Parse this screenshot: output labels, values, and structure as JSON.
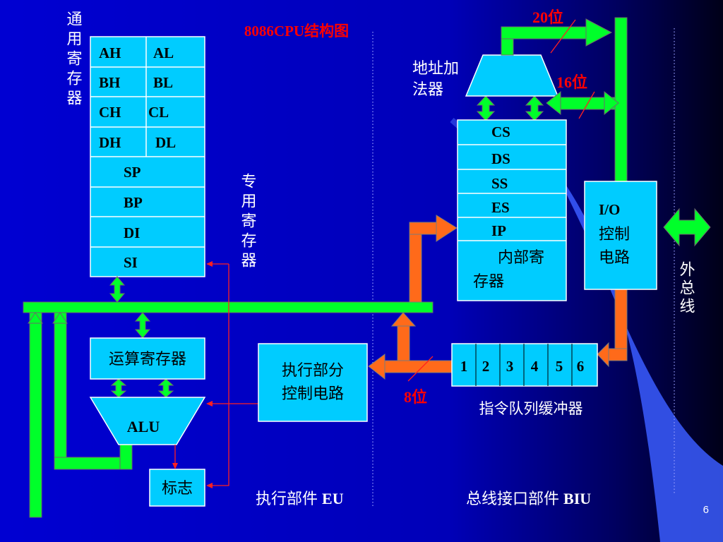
{
  "title": "8086CPU结构图",
  "page_number": "6",
  "colors": {
    "box": "#00ccff",
    "bus_green": "#00ff2a",
    "arrow_orange": "#ff6a1a",
    "label_red": "#ff0000",
    "thin_red": "#ff0000",
    "background": "#0000c8"
  },
  "general_registers": {
    "label": "通用寄存器",
    "pairs": [
      {
        "high": "AH",
        "low": "AL"
      },
      {
        "high": "BH",
        "low": "BL"
      },
      {
        "high": "CH",
        "low": "CL"
      },
      {
        "high": "DH",
        "low": "DL"
      }
    ]
  },
  "special_registers": {
    "label": "专用寄存器",
    "items": [
      "SP",
      "BP",
      "DI",
      "SI"
    ]
  },
  "alu_register": "运算寄存器",
  "alu": "ALU",
  "flags": "标志",
  "eu_control": [
    "执行部分",
    "控制电路"
  ],
  "address_adder": [
    "地址加",
    "法器"
  ],
  "segment_registers": [
    "CS",
    "DS",
    "SS",
    "ES",
    "IP"
  ],
  "internal_registers": [
    "内部寄",
    "存器"
  ],
  "io_control": [
    "I/O",
    "控制",
    "电路"
  ],
  "external_bus": "外总线",
  "queue": {
    "cells": [
      "1",
      "2",
      "3",
      "4",
      "5",
      "6"
    ],
    "label": "指令队列缓冲器"
  },
  "bits": {
    "address": "20位",
    "data": "16位",
    "queue": "8位"
  },
  "units": {
    "eu": {
      "cn": "执行部件",
      "en": "EU"
    },
    "biu": {
      "cn": "总线接口部件",
      "en": "BIU"
    }
  }
}
